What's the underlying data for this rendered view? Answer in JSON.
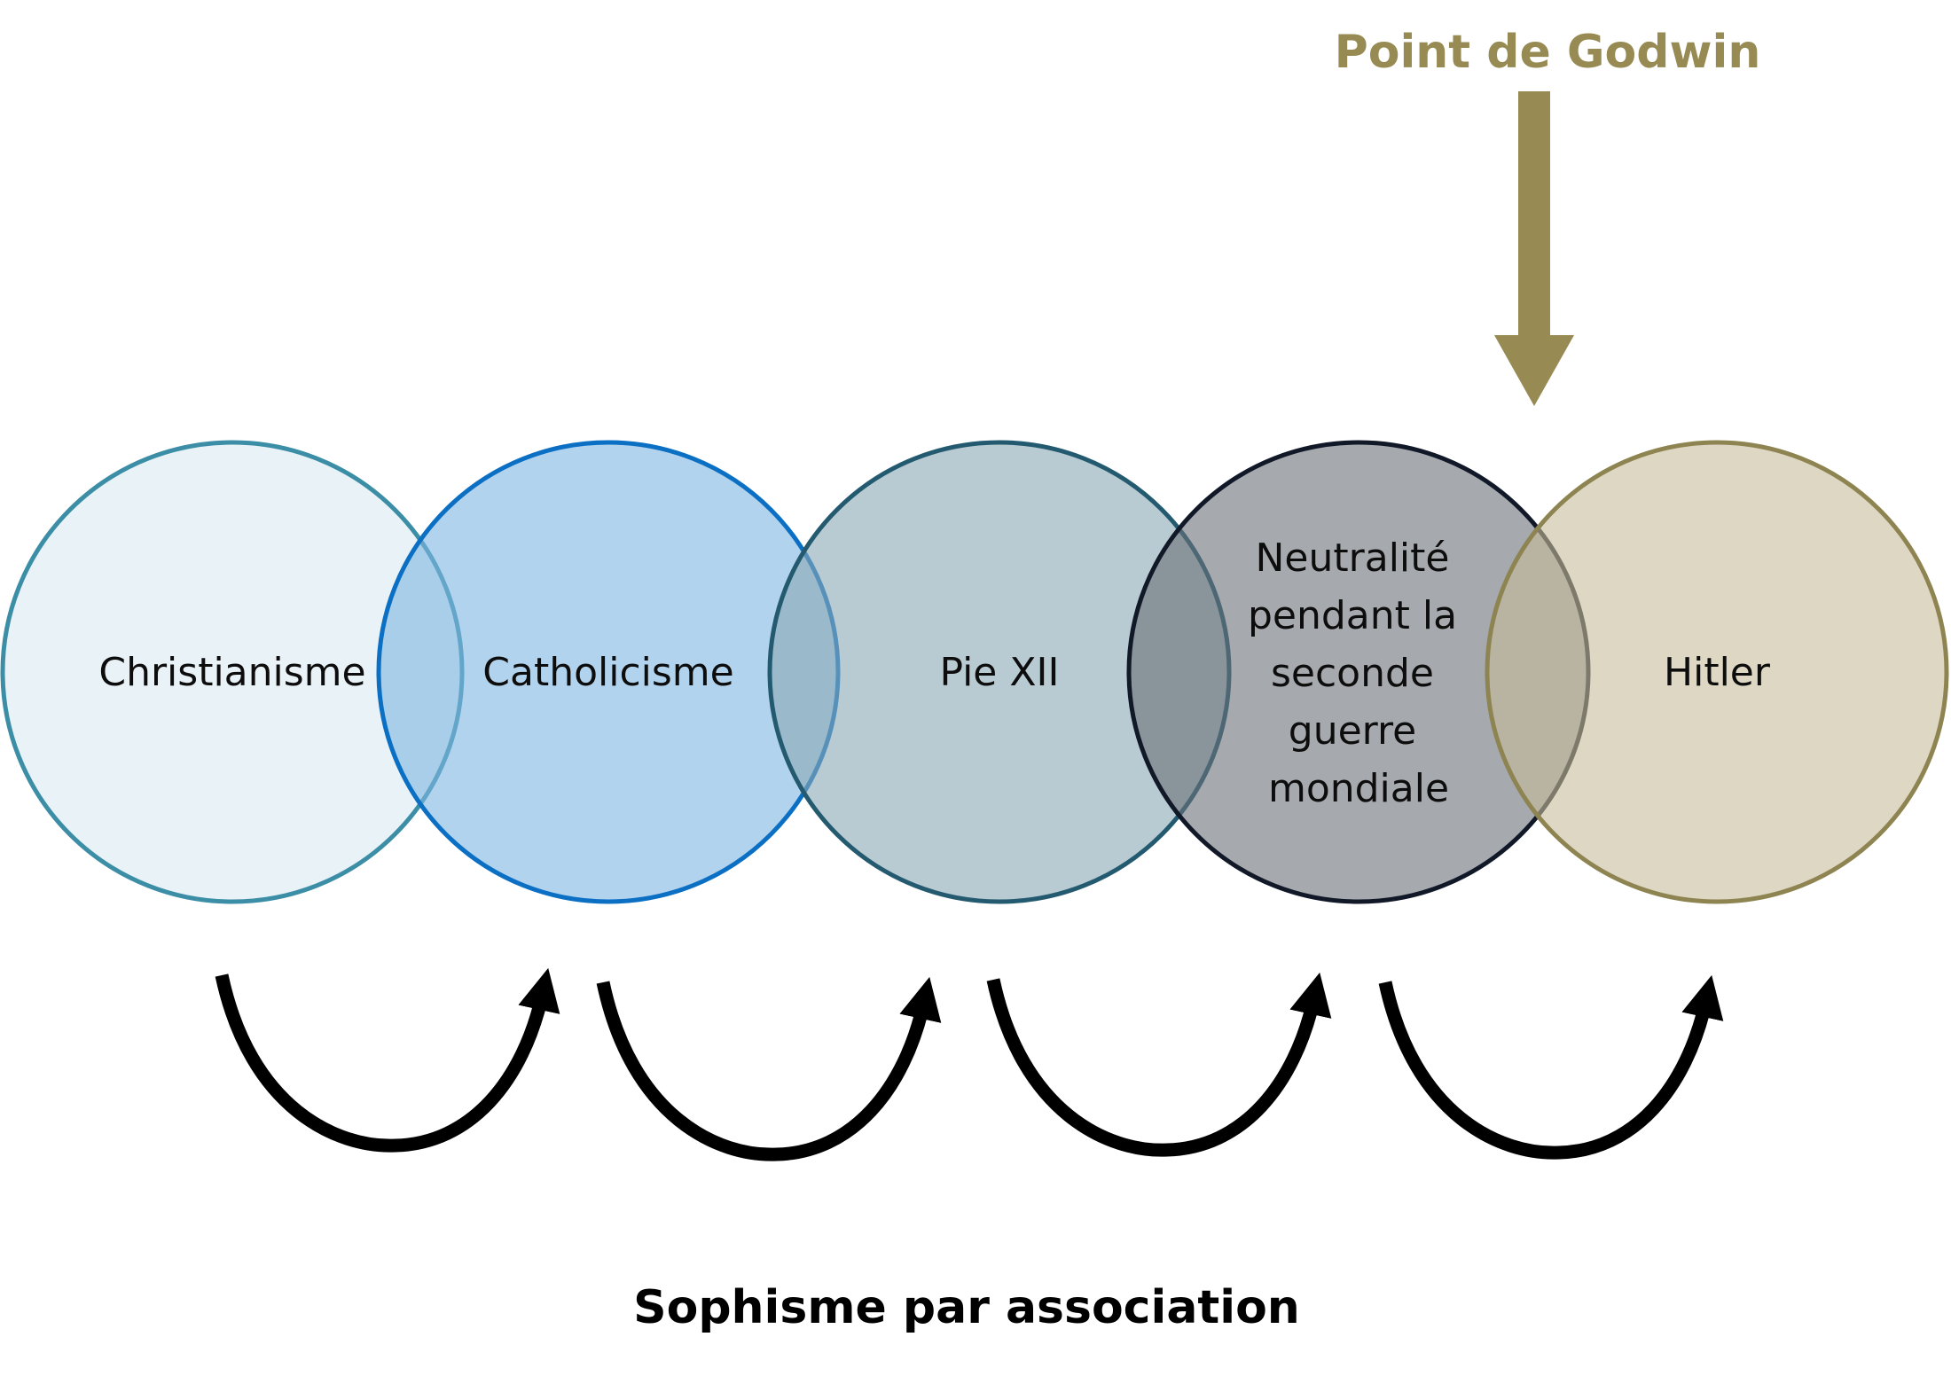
{
  "diagram": {
    "circles": [
      {
        "label_lines": [
          "Christianisme"
        ],
        "fill": "#d8eaf2",
        "stroke": "#3b8ea6"
      },
      {
        "label_lines": [
          "Catholicisme"
        ],
        "fill": "#7fb5e1",
        "stroke": "#0b6fc4"
      },
      {
        "label_lines": [
          "Pie XII"
        ],
        "fill": "#8aa8b4",
        "stroke": "#245a70"
      },
      {
        "label_lines": [
          "Neutralité",
          "pendant la",
          "seconde",
          "guerre",
          "mondiale"
        ],
        "fill": "#6a7076",
        "stroke": "#111827"
      },
      {
        "label_lines": [
          "Hitler"
        ],
        "fill": "#c6bd9b",
        "stroke": "#8e8451"
      }
    ],
    "godwin": {
      "label": "Point de Godwin",
      "color": "#978b53"
    },
    "caption": "Sophisme par association",
    "arrow_color": "#000000"
  }
}
